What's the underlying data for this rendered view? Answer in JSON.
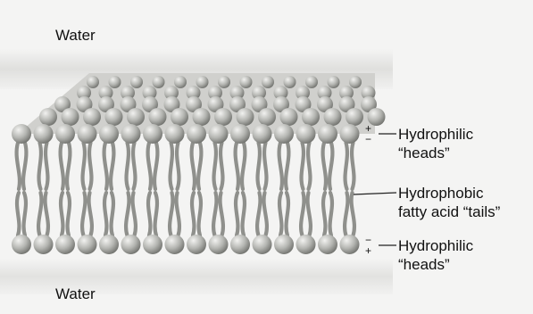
{
  "labels": {
    "water_top": "Water",
    "water_bottom": "Water",
    "heads_top_line1": "Hydrophilic",
    "heads_top_line2": "“heads”",
    "tails_line1": "Hydrophobic",
    "tails_line2": "fatty acid “tails”",
    "heads_bottom_line1": "Hydrophilic",
    "heads_bottom_line2": "“heads”",
    "charge_plus": "+",
    "charge_minus": "−"
  },
  "colors": {
    "background": "#f4f4f3",
    "water_band": "#d9d9d7",
    "head_fill": "#a9aaa6",
    "head_highlight": "#ececea",
    "tail": "#9a9b97",
    "leader": "#222222"
  }
}
